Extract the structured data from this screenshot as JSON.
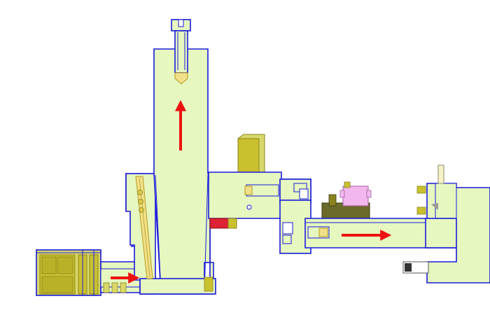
{
  "colors": {
    "background": "#ffffff",
    "part_fill": "#e6f7bf",
    "outline": "#1a1adb",
    "flow_arrow": "#ee1111",
    "olive_component": "#c9c12e",
    "olive_dark": "#8a8420",
    "pink_block": "#f2b8ee",
    "red_block": "#dd2233",
    "bolt": "#f0e08a"
  },
  "arrows": [
    {
      "name": "flow-arrow-inlet",
      "direction": "right"
    },
    {
      "name": "flow-arrow-up",
      "direction": "up"
    },
    {
      "name": "flow-arrow-outlet",
      "direction": "right"
    }
  ],
  "icons": [
    "flow-arrow-icon",
    "bolt-icon",
    "pin-icon"
  ]
}
